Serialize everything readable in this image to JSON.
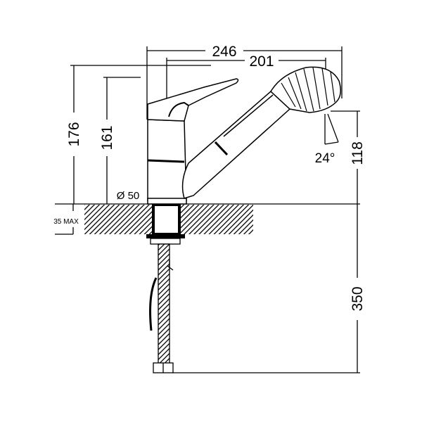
{
  "title": "Pull-out kitchen faucet dimension drawing",
  "dimensions": {
    "overall_reach": "246",
    "spout_reach": "201",
    "total_height": "176",
    "lever_height": "161",
    "outlet_height": "118",
    "spray_angle": "24°",
    "hole_diameter": "Ø 50",
    "counter_thickness": "35 MAX",
    "hose_length": "350"
  },
  "colors": {
    "line": "#000000",
    "background": "#ffffff"
  }
}
